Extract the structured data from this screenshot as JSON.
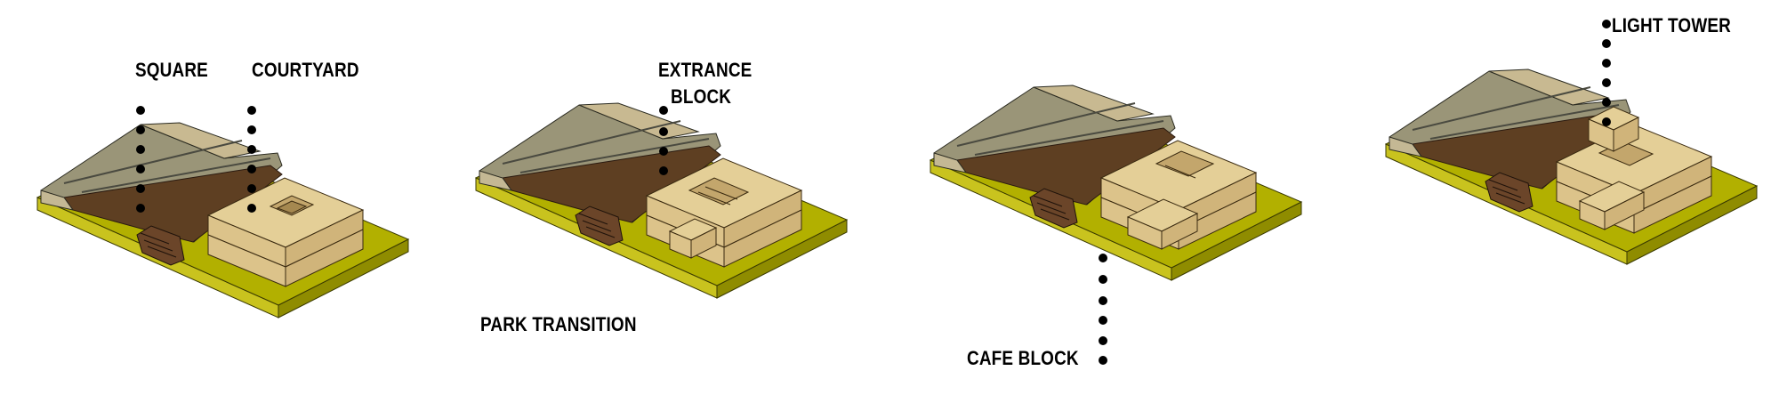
{
  "colors": {
    "ground_top": "#b2b000",
    "ground_front": "#c9c31e",
    "ground_side": "#8f8c00",
    "slope_top": "#9a9578",
    "slope_upper": "#c8b991",
    "slope_stripe": "#4a4a40",
    "earth": "#5e3f22",
    "earth_light": "#c4b894",
    "block_top": "#e4cf97",
    "block_front": "#dcc38a",
    "block_side": "#d0b47a",
    "stair": "#6b4529",
    "dot": "#000000"
  },
  "diagrams": [
    {
      "id": "square-courtyard",
      "labels": [
        {
          "key": "square",
          "text": "SQUARE"
        },
        {
          "key": "courtyard",
          "text": "COURTYARD"
        }
      ]
    },
    {
      "id": "entrance",
      "labels": [
        {
          "key": "extrance",
          "text": "EXTRANCE"
        },
        {
          "key": "block",
          "text": "BLOCK"
        },
        {
          "key": "park",
          "text": "PARK TRANSITION"
        }
      ]
    },
    {
      "id": "cafe",
      "labels": [
        {
          "key": "cafe",
          "text": "CAFE BLOCK"
        }
      ]
    },
    {
      "id": "tower",
      "labels": [
        {
          "key": "tower",
          "text": "LIGHT TOWER"
        }
      ]
    }
  ]
}
